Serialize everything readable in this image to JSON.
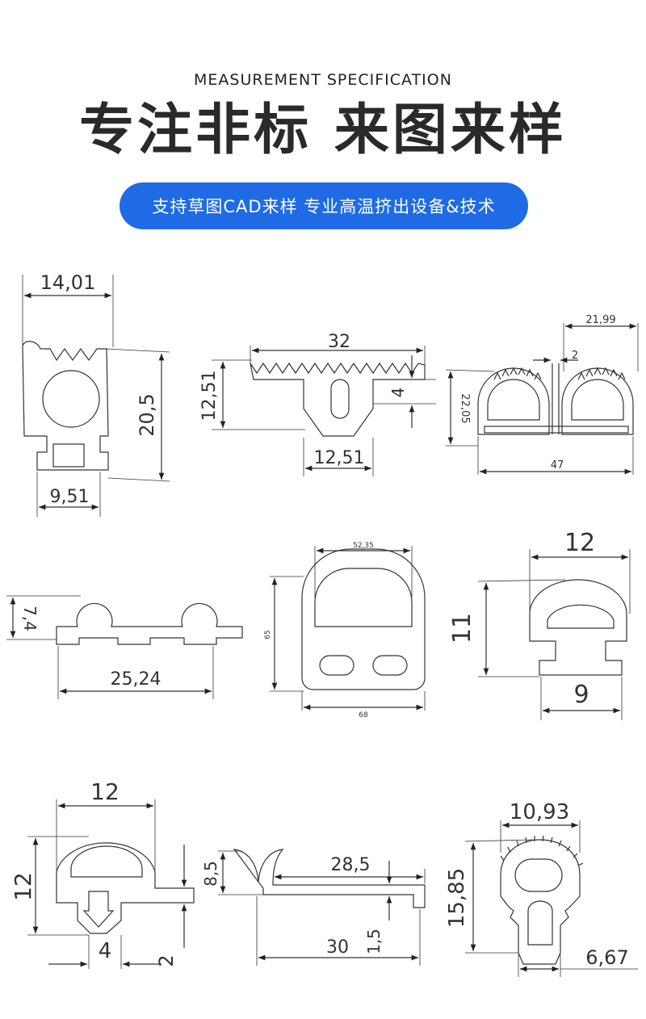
{
  "header": {
    "subtitle_en": "MEASUREMENT SPECIFICATION",
    "title_cn": "专注非标 来图来样",
    "banner": "支持草图CAD来样 专业高温挤出设备&技术"
  },
  "colors": {
    "banner_blue": "#1f6be6",
    "line": "#333333"
  },
  "profiles": {
    "p1": {
      "width": "14,01",
      "height": "20,5",
      "base": "9,51"
    },
    "p2": {
      "width": "32",
      "height": "12,51",
      "neck": "12,51",
      "depth": "4"
    },
    "p3": {
      "top": "21,99",
      "gap": "2",
      "height": "22,05",
      "width": "47"
    },
    "p4": {
      "height": "7,4",
      "width": "25,24"
    },
    "p5": {
      "top": "52,35",
      "height": "65",
      "width": "68"
    },
    "p6": {
      "width": "12",
      "height": "11",
      "base": "9"
    },
    "p7": {
      "width": "12",
      "height": "12",
      "stem": "4",
      "flange": "2"
    },
    "p8": {
      "height": "8,5",
      "top": "28,5",
      "width": "30",
      "thick": "1,5"
    },
    "p9": {
      "width": "10,93",
      "height": "15,85",
      "base": "6,67"
    }
  }
}
